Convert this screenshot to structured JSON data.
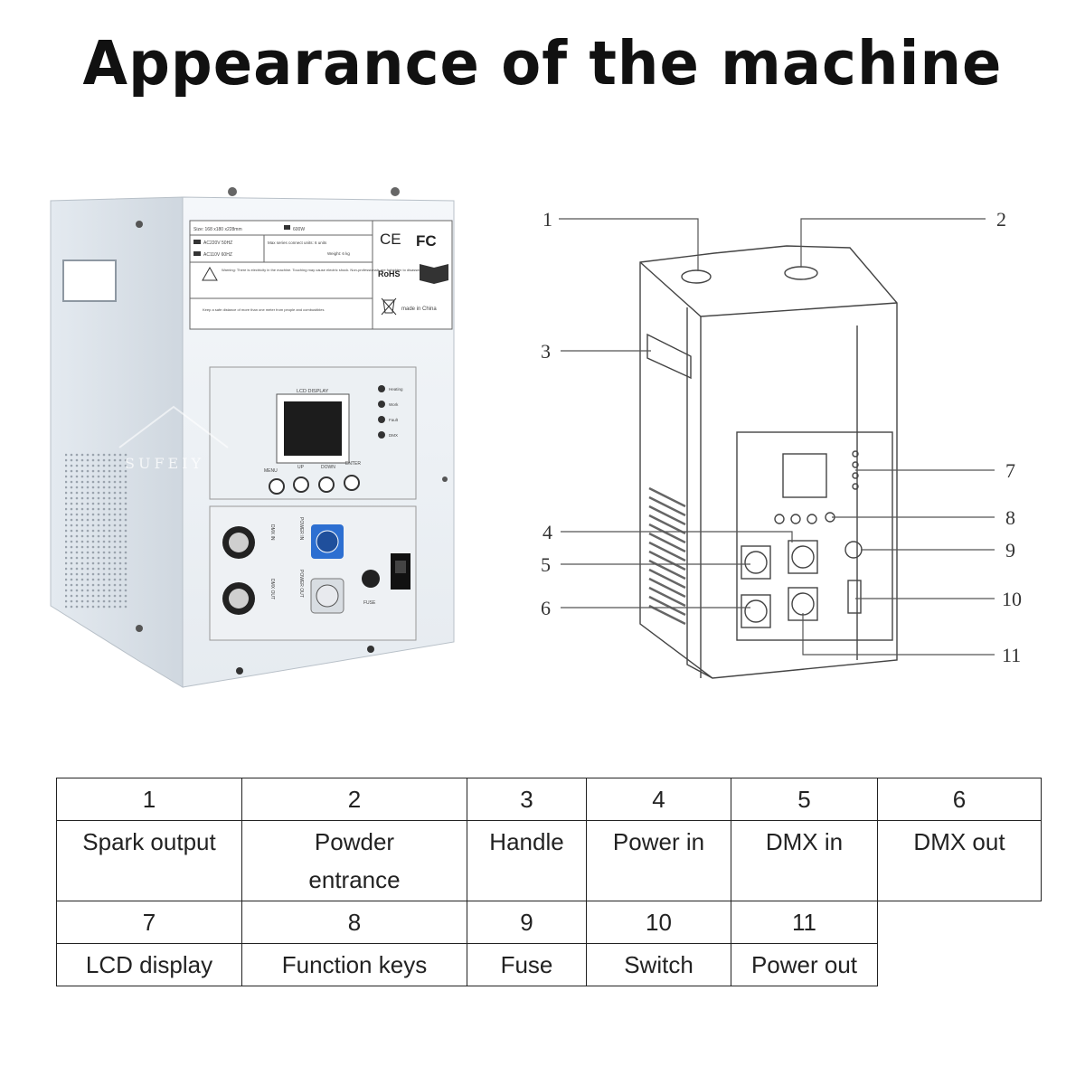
{
  "title": "Appearance of the machine",
  "photo": {
    "watermark": "SUFEIY",
    "spec_size": "Size: 168 x180 x228mm",
    "spec_power": "600W",
    "spec_ac1": "AC220V 50HZ",
    "spec_ac2": "AC110V 60HZ",
    "spec_series": "Max series connect units: 6 units",
    "spec_weight": "Weight: 6 kg",
    "warning": "Warning: There is electricity in the machine. Touching may cause electric shock. Non-professionals are forbidden to disassemble the machine.",
    "safe_distance": "Keep a safe distance of more than one meter from people and combustibles",
    "ce": "CE",
    "fc": "FC",
    "rohs": "RoHS",
    "made_in": "made in China",
    "lcd_label": "LCD DISPLAY",
    "indicators": [
      "Heating",
      "Work",
      "Fault",
      "DMX"
    ],
    "keys": [
      "MENU",
      "UP",
      "DOWN",
      "ENTER"
    ],
    "dmx_in": "DMX IN",
    "dmx_out": "DMX OUT",
    "power_in": "POWER IN",
    "power_out": "POWER OUT",
    "fuse": "FUSE"
  },
  "callouts": [
    "1",
    "2",
    "3",
    "4",
    "5",
    "6",
    "7",
    "8",
    "9",
    "10",
    "11"
  ],
  "table": {
    "row1": [
      {
        "num": "1",
        "desc": "Spark output"
      },
      {
        "num": "2",
        "desc": "Powder entrance"
      },
      {
        "num": "3",
        "desc": "Handle"
      },
      {
        "num": "4",
        "desc": "Power in"
      },
      {
        "num": "5",
        "desc": "DMX in"
      },
      {
        "num": "6",
        "desc": "DMX out"
      }
    ],
    "row2": [
      {
        "num": "7",
        "desc": "LCD display"
      },
      {
        "num": "8",
        "desc": "Function keys"
      },
      {
        "num": "9",
        "desc": "Fuse"
      },
      {
        "num": "10",
        "desc": "Switch"
      },
      {
        "num": "11",
        "desc": "Power out"
      }
    ]
  }
}
